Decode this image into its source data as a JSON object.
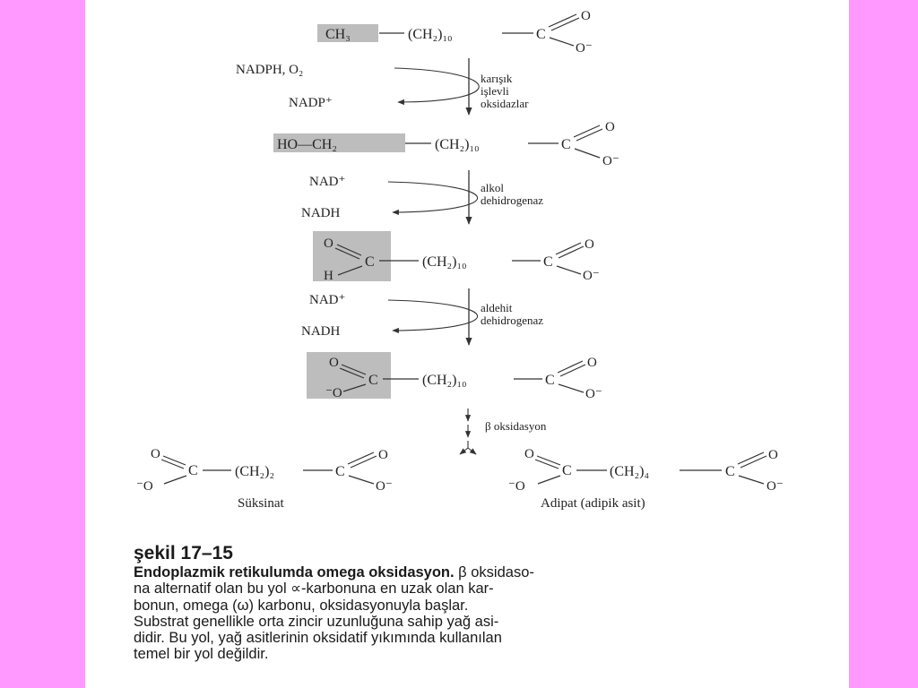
{
  "compounds": {
    "c1": {
      "left": "CH₃",
      "chain": "(CH₂)₁₀",
      "carbon": "C",
      "o_top": "O",
      "o_bottom": "O⁻"
    },
    "c2": {
      "left": "HO—CH₂",
      "chain": "(CH₂)₁₀",
      "carbon": "C",
      "o_top": "O",
      "o_bottom": "O⁻"
    },
    "c3": {
      "o": "O",
      "c": "C",
      "h": "H",
      "chain": "(CH₂)₁₀",
      "carbon": "C",
      "o_top": "O",
      "o_bottom": "O⁻"
    },
    "c4": {
      "o_top_left": "O",
      "c": "C",
      "o_bottom_left": "⁻O",
      "chain": "(CH₂)₁₀",
      "carbon": "C",
      "o_top": "O",
      "o_bottom": "O⁻"
    },
    "succinate": {
      "chain": "(CH₂)₂",
      "label": "Süksinat"
    },
    "adipate": {
      "chain": "(CH₂)₄",
      "label": "Adipat (adipik asit)"
    }
  },
  "steps": {
    "s1": {
      "cofactor_in": "NADPH, O₂",
      "cofactor_out": "NADP⁺",
      "enzyme_1": "karışık",
      "enzyme_2": "işlevli",
      "enzyme_3": "oksidazlar"
    },
    "s2": {
      "cofactor_in": "NAD⁺",
      "cofactor_out": "NADH",
      "enzyme_1": "alkol",
      "enzyme_2": "dehidrogenaz"
    },
    "s3": {
      "cofactor_in": "NAD⁺",
      "cofactor_out": "NADH",
      "enzyme_1": "aldehit",
      "enzyme_2": "dehidrogenaz"
    },
    "s4": {
      "label": "β oksidasyon"
    }
  },
  "caption": {
    "number": "şekil 17–15",
    "title": "Endoplazmik retikulumda omega oksidasyon.",
    "line1_rest": " β oksidaso-",
    "line2": "na alternatif olan bu yol ∝-karbonuna en uzak olan kar-",
    "line3": "bonun, omega (ω) karbonu, oksidasyonuyla başlar.",
    "line4": "Substrat genellikle orta zincir uzunluğuna sahip yağ asi-",
    "line5": "didir. Bu yol, yağ asitlerinin oksidatif yıkımında kullanılan",
    "line6": "temel bir yol değildir."
  },
  "colors": {
    "background": "#ff99ff",
    "page": "#ffffff",
    "highlight": "#bdbdbd"
  }
}
